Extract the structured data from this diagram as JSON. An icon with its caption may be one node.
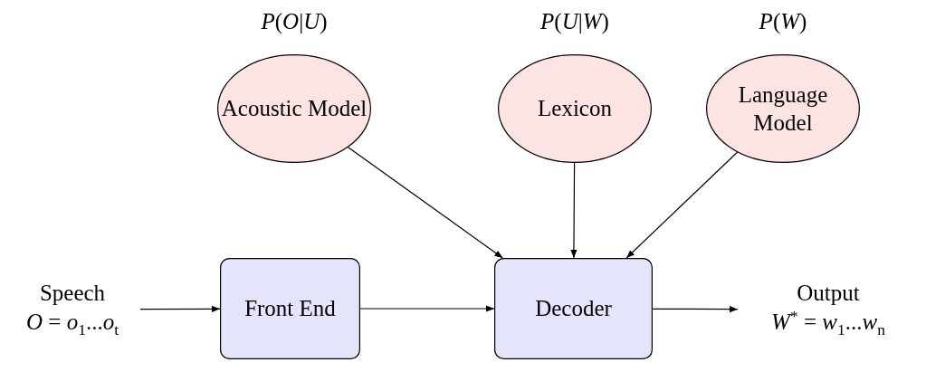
{
  "diagram": {
    "nodes": [
      {
        "text": [
          "Acoustic Model"
        ],
        "beside": [
          "*P*(*O*|*U*)"
        ]
      },
      {
        "text": [
          "Lexicon"
        ],
        "beside": [
          "*P*(*U*|*W*)"
        ]
      },
      {
        "text": [
          "Language Model"
        ],
        "beside": [
          "*P*(*W*)"
        ]
      },
      {
        "text": [
          "Speech",
          "*O* = *o*$_{1}$...*o*$_{t}$"
        ]
      },
      {
        "text": [
          "Front End"
        ]
      },
      {
        "text": [
          "Decoder"
        ]
      },
      {
        "text": [
          "Output",
          "*W*$^{*}$ = *w*$_{1}$...*w*$_{n}$"
        ]
      }
    ],
    "edges": [
      {
        "from": 3,
        "to": 4,
        "arrow": "to"
      },
      {
        "from": 4,
        "to": 5,
        "arrow": "to"
      },
      {
        "from": 5,
        "to": 6,
        "arrow": "to"
      },
      {
        "from": 0,
        "to": 5,
        "arrow": "to"
      },
      {
        "from": 1,
        "to": 5,
        "arrow": "to"
      },
      {
        "from": 2,
        "to": 5,
        "arrow": "to"
      }
    ]
  }
}
